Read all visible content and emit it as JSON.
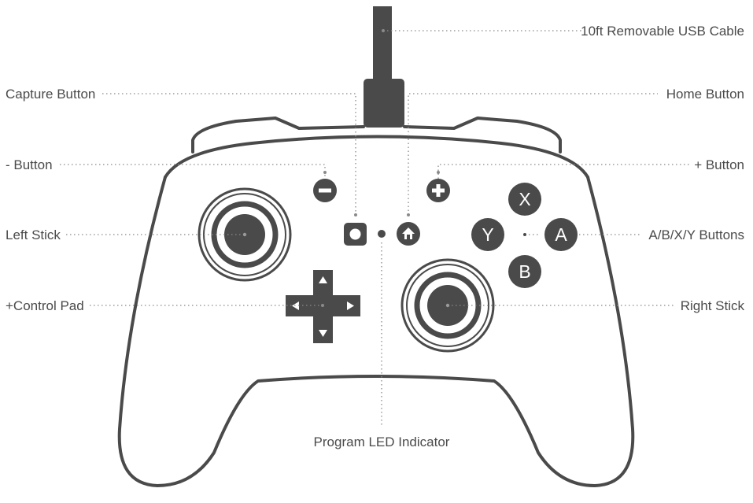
{
  "labels": {
    "usb_cable": "10ft Removable USB Cable",
    "capture": "Capture Button",
    "home": "Home Button",
    "minus": "- Button",
    "plus": "+ Button",
    "left_stick": "Left Stick",
    "face_buttons": "A/B/X/Y Buttons",
    "dpad": "+Control Pad",
    "right_stick": "Right Stick",
    "led": "Program LED Indicator"
  },
  "face_buttons": {
    "x": "X",
    "y": "Y",
    "a": "A",
    "b": "B"
  },
  "colors": {
    "ink": "#4a4a4a",
    "leader": "#8a8a8a",
    "background": "#ffffff"
  }
}
